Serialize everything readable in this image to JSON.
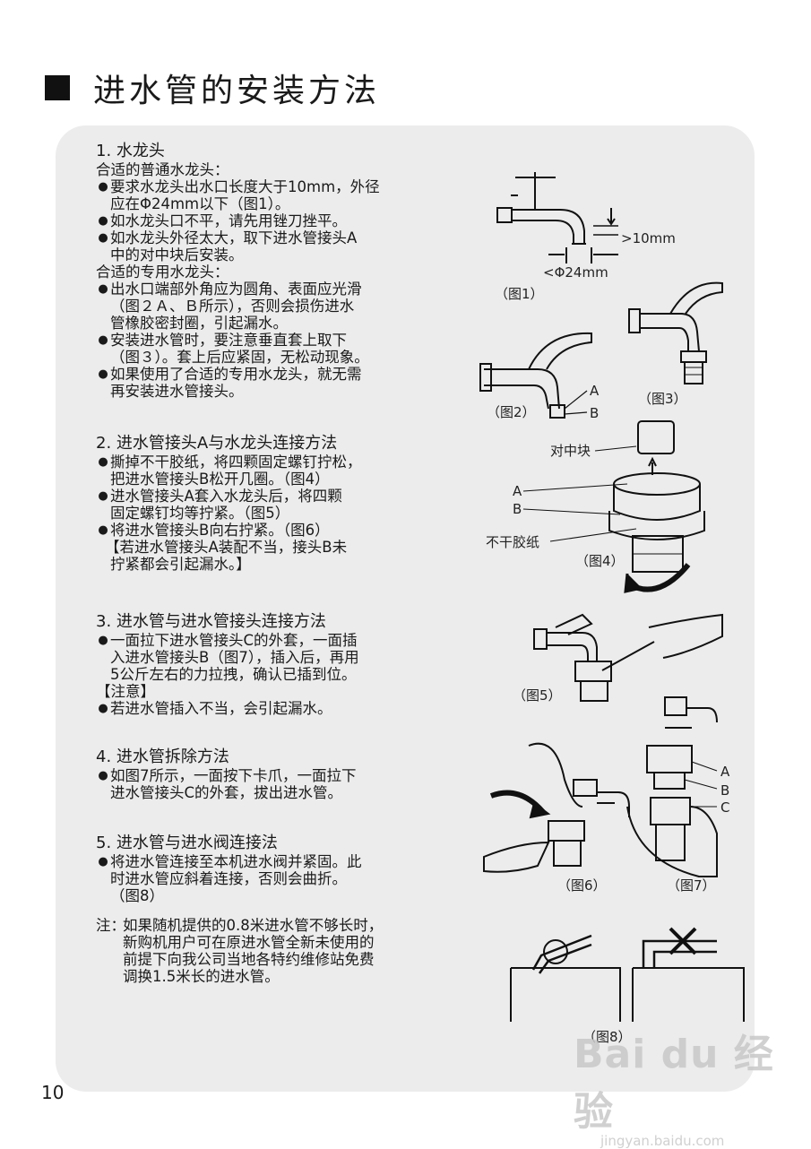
{
  "title": "进水管的安装方法",
  "page_number": "10",
  "sections": {
    "s1": {
      "title": "1. 水龙头",
      "sub1": "合适的普通水龙头：",
      "b1": [
        "要求水龙头出水口长度大于10mm，外径",
        "应在Φ24mm以下（图1）。"
      ],
      "b2": "如水龙头口不平，请先用锉刀挫平。",
      "b3": [
        "如水龙头外径太大，取下进水管接头A",
        "中的对中块后安装。"
      ],
      "sub2": "合适的专用水龙头：",
      "b4": [
        "出水口端部外角应为圆角、表面应光滑",
        "（图２Ａ、Ｂ所示），否则会损伤进水",
        "管橡胶密封圈，引起漏水。"
      ],
      "b5": [
        "安装进水管时，要注意垂直套上取下",
        "（图３）。套上后应紧固，无松动现象。"
      ],
      "b6": [
        "如果使用了合适的专用水龙头，就无需",
        "再安装进水管接头。"
      ]
    },
    "s2": {
      "title": "2. 进水管接头A与水龙头连接方法",
      "b1": [
        "撕掉不干胶纸，将四颗固定螺钉拧松，",
        "把进水管接头B松开几圈。（图4）"
      ],
      "b2": [
        "进水管接头A套入水龙头后，将四颗",
        "固定螺钉均等拧紧。（图5）"
      ],
      "b3": "将进水管接头B向右拧紧。（图6）",
      "note": [
        "【若进水管接头A装配不当，接头B未",
        "拧紧都会引起漏水。】"
      ]
    },
    "s3": {
      "title": "3. 进水管与进水管接头连接方法",
      "b1": [
        "一面拉下进水管接头C的外套，一面插",
        "入进水管接头B（图7），插入后，再用",
        "5公斤左右的力拉拽，确认已插到位。"
      ],
      "attention": "【注意】",
      "b2": "若进水管插入不当，会引起漏水。"
    },
    "s4": {
      "title": "4. 进水管拆除方法",
      "b1": [
        "如图7所示，一面按下卡爪，一面拉下",
        "进水管接头C的外套，拔出进水管。"
      ]
    },
    "s5": {
      "title": "5. 进水管与进水阀连接法",
      "b1": [
        "将进水管连接至本机进水阀并紧固。此",
        "时进水管应斜着连接，否则会曲折。",
        "（图8）"
      ]
    },
    "note": {
      "label": "注：",
      "lines": [
        "如果随机提供的0.8米进水管不够长时，",
        "新购机用户可在原进水管全新未使用的",
        "前提下向我公司当地各特约维修站免费",
        "调换1.5米长的进水管。"
      ]
    }
  },
  "figures": {
    "fig1_label": "（图1）",
    "fig1_dim_length": ">10mm",
    "fig1_dim_diameter": "<Φ24mm",
    "fig2_label": "（图2）",
    "fig2_a": "A",
    "fig2_b": "B",
    "fig3_label": "（图3）",
    "fig4_centering": "对中块",
    "fig4_a": "A",
    "fig4_b": "B",
    "fig4_tape": "不干胶纸",
    "fig4_label": "（图4）",
    "fig5_label": "（图5）",
    "fig6_label": "（图6）",
    "fig7_a": "A",
    "fig7_b": "B",
    "fig7_c": "C",
    "fig7_label": "（图7）",
    "fig8_label": "（图8）"
  },
  "watermark": {
    "brand": "Bai du 经验",
    "url": "jingyan.baidu.com"
  }
}
